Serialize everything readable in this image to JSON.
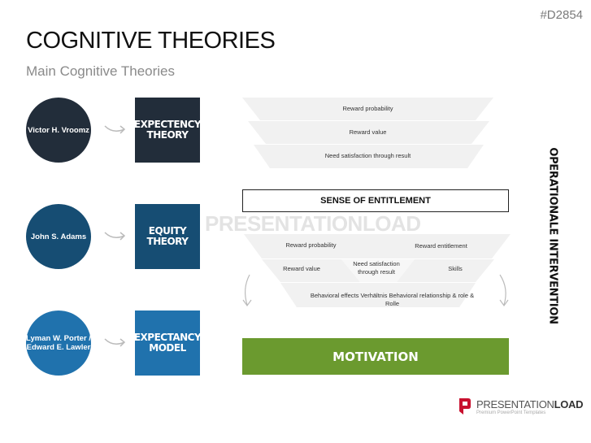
{
  "code": "#D2854",
  "title": "COGNITIVE THEORIES",
  "subtitle": "Main Cognitive Theories",
  "rows": [
    {
      "person": "Victor H. Vroomz",
      "theory": "EXPECTENCY THEORY",
      "color": "#222d3a"
    },
    {
      "person": "John S. Adams",
      "theory": "EQUITY THEORY",
      "color": "#164d73"
    },
    {
      "person": "Lyman W. Porter / Edward E. Lawler",
      "theory": "EXPECTANCY MODEL",
      "color": "#2072ad"
    }
  ],
  "top_funnel": [
    "Reward probability",
    "Reward value",
    "Need satisfaction through result"
  ],
  "entitlement": "SENSE OF ENTITLEMENT",
  "bottom_funnel": {
    "row1_left": "Reward probability",
    "row1_right": "Reward entitlement",
    "row2_left": "Reward value",
    "row2_mid": "Need satisfaction through result",
    "row2_right": "Skills",
    "row3": "Behavioral effects  Verhältnis Behavioral relationship & role & Rolle"
  },
  "motivation": "MOTIVATION",
  "motivation_color": "#6b9a2f",
  "side_label": "OPERATIONALE INTERVENTION",
  "watermark": "PRESENTATIONLOAD",
  "logo": {
    "brand_light": "PRESENTATION",
    "brand_bold": "LOAD",
    "tagline": "Premium PowerPoint Templates"
  }
}
